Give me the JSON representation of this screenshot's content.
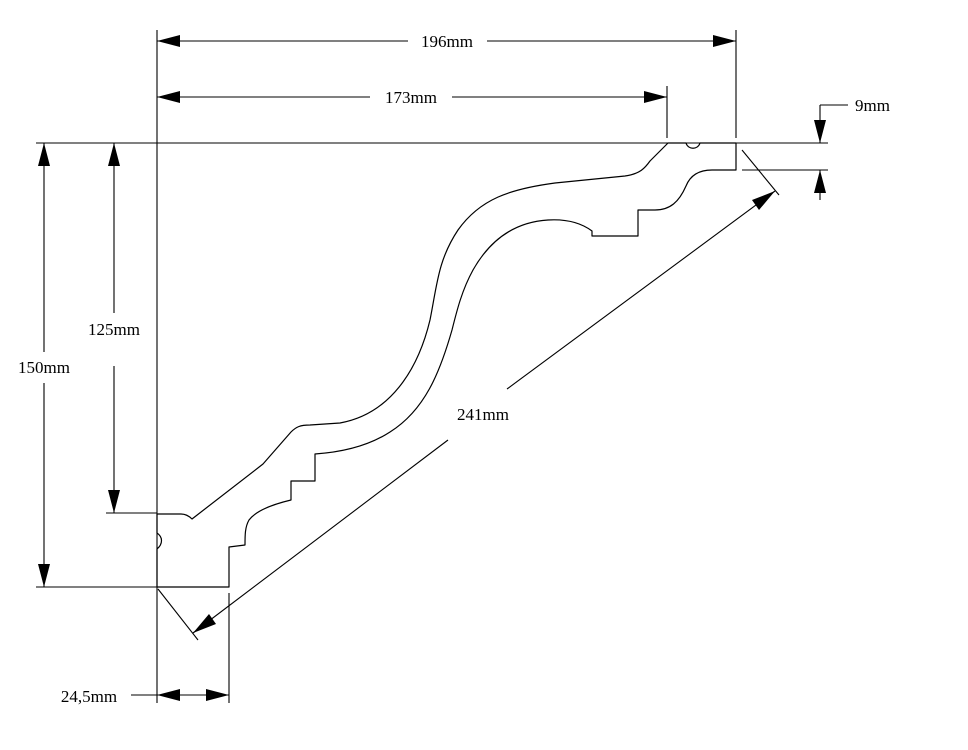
{
  "drawing": {
    "subject": "crown-molding-profile",
    "line_color": "#000000",
    "background": "#ffffff"
  },
  "dimensions": {
    "overall_width": "196mm",
    "top_width": "173mm",
    "top_lip": "9mm",
    "overall_height": "150mm",
    "wall_height": "125mm",
    "face_length": "241mm",
    "base_width": "24,5mm"
  }
}
